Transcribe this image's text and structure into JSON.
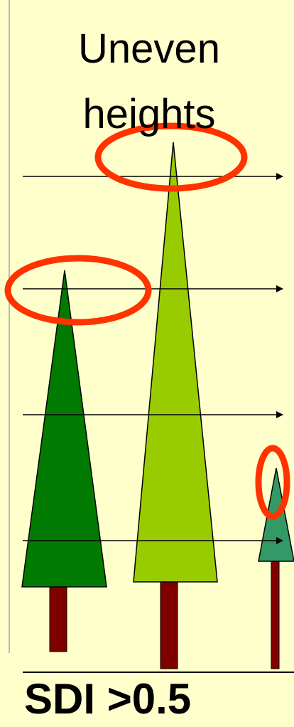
{
  "title": {
    "line1": "Uneven",
    "line2": "heights"
  },
  "footer": {
    "label": "SDI >0.5"
  },
  "colors": {
    "background": "#ffffcc",
    "tree_dark_green": "#007a00",
    "tree_lime_green": "#99cc00",
    "tree_teal_green": "#339966",
    "trunk": "#800000",
    "highlight_ellipse": "#ff3300",
    "arrow": "#000000"
  },
  "trees": [
    {
      "name": "tree-short-dark",
      "color": "#007a00"
    },
    {
      "name": "tree-tall-lime",
      "color": "#99cc00"
    },
    {
      "name": "tree-small-teal",
      "color": "#339966"
    }
  ],
  "arrows": 4,
  "highlights": 3
}
